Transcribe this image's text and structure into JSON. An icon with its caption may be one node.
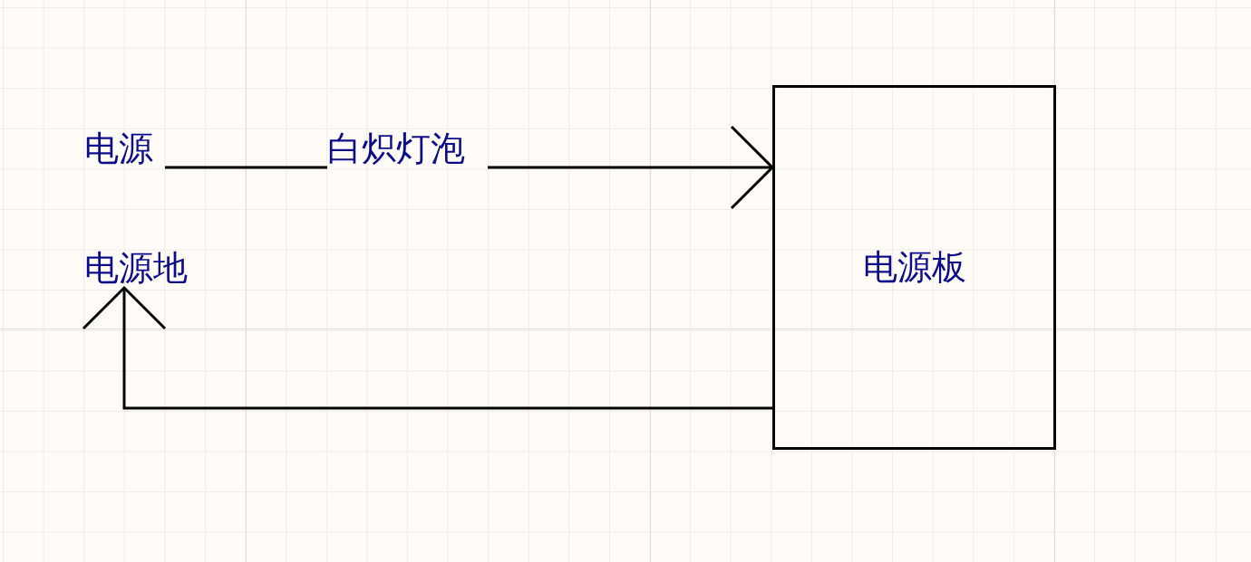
{
  "diagram": {
    "nodes": [
      {
        "text": [
          "电源"
        ]
      },
      {
        "text": [
          "白炽灯泡"
        ]
      },
      {
        "text": [
          "电源板"
        ]
      },
      {
        "text": [
          "电源地"
        ]
      }
    ],
    "edges": [
      {
        "from": 0,
        "to": 1,
        "arrow": "none"
      },
      {
        "from": 1,
        "to": 2,
        "arrow": "to"
      },
      {
        "from": 2,
        "to": 3,
        "arrow": "to"
      }
    ]
  }
}
